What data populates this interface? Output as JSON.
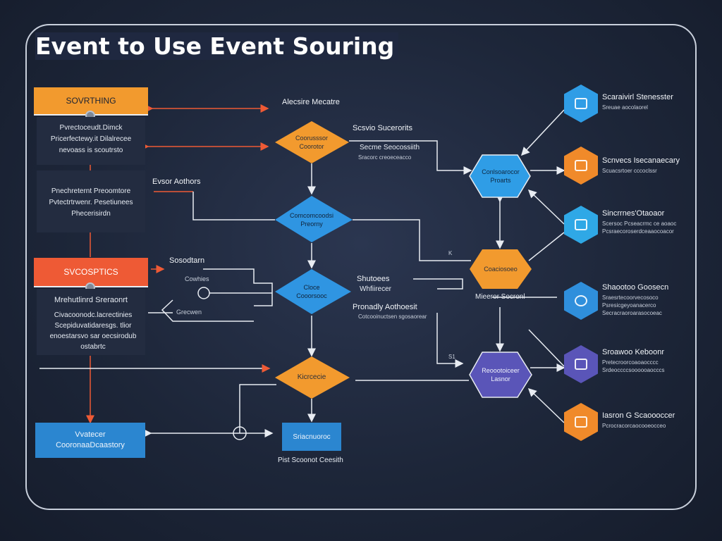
{
  "title": "Event to Use Event Souring",
  "colors": {
    "orange": "#f29a2e",
    "red": "#ee5a35",
    "blue": "#2f95e2",
    "purple": "#5a55b8",
    "teal": "#2fa8e6",
    "line": "#e8ecf2",
    "arrow_red": "#ee5a35"
  },
  "left": {
    "top_header": "SOVRTHING",
    "top_text": "Pvrectoceudt.Dimck\nPricerfectewy.it Dilalrecee\nnevoass is scoutrsto",
    "mid_text": "Pnechreternt Preoomtore\nPvtectrtrwenr. Pesetiunees\nPhecerisirdn",
    "bottom_header": "SVCOSPTICS",
    "bottom_text_head": "Mrehutlinrd Sreraonrt",
    "bottom_text": "Civacoonodc.lacrectinies\nScepiduvatidaresgs. tlior\nenoestarsvo sar oecsirodub\nostabrtc",
    "consumer_box": "Vvatecer\nCooronaaDcaastory"
  },
  "labels": {
    "top_arrow": "Alecsire Mecatre",
    "event_auth": "Evsor Aothors",
    "snapshot": "Sosodtarn",
    "cowhies": "Cowhies",
    "grecwen": "Grecwen",
    "service_title": "Scsvio Sucerorits",
    "service_sub1": "Secme Seocossiith",
    "service_sub2": "Sracorc creoeceacco",
    "shutoees": "Shutoees",
    "whfcer": "Whfiirecer",
    "product": "Pronadly Aothoesit",
    "product_sub": "Cotcooinuctsen sgosaorear",
    "mark_k": "K",
    "mark_s": "S1",
    "mieeror": "Mieeror Socronl",
    "bottom_caption": "Pist Scoonot Ceesith"
  },
  "diamonds": {
    "d1": "Coorusssor\nCoorotor",
    "d2": "Comcomcoodsi\nPreorny",
    "d3": "Cloce\nCooorsooc",
    "d4": "Kicrcecie"
  },
  "hexes": {
    "h1": "Conlsoarocor\nProarts",
    "h2": "Coaciosoeo",
    "h3": "Reoootoiceer\nLasnor"
  },
  "middle_box": "Sriacnuoroc",
  "icons": [
    {
      "name": "Scaraivirl Stenesster",
      "sub": "Sreuae aocolaorel",
      "color": "#2f9de6"
    },
    {
      "name": "Scnvecs Isecanaecary",
      "sub": "Scuacsrtoer cccoclssr",
      "color": "#f08a2a"
    },
    {
      "name": "Sincrrnes'Otaoaor",
      "sub": "Scersoc Pcseacrmc ce aoaoc\nPcsraecoroserdceaaocoacor",
      "color": "#2fa8e6"
    },
    {
      "name": "Shaootoo Goosecn",
      "sub": "Sraesrtecoorvecosoco\nPsresicgeyoanacerco\nSecracraoroarasocoeac",
      "color": "#2f8fdc"
    },
    {
      "name": "Sroawoo Keboonr",
      "sub": "Pretecroorcoaoaocccc\nSrdeoccccsoooooaocccs",
      "color": "#5a55b8"
    },
    {
      "name": "Iasron G Scaoooccer",
      "sub": "Pcrocracorcaocooeocceo",
      "color": "#f08a2a"
    }
  ]
}
